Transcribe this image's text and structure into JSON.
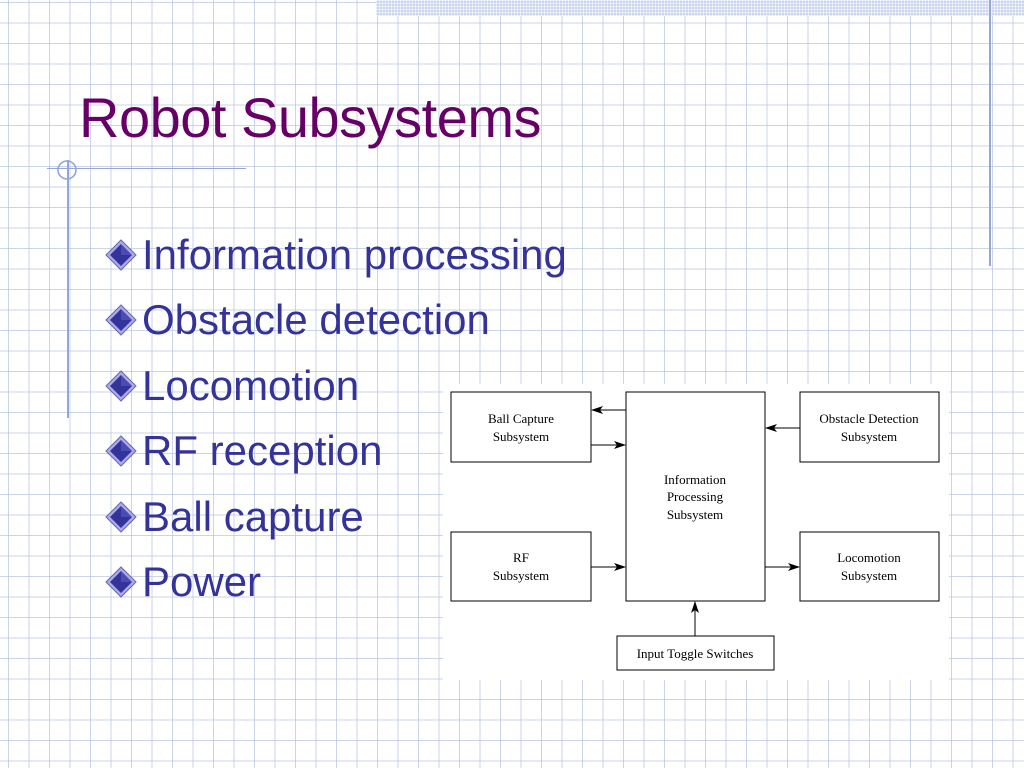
{
  "slide": {
    "title": "Robot Subsystems",
    "bullets": [
      "Information processing",
      "Obstacle detection",
      "Locomotion",
      "RF reception",
      "Ball capture",
      "Power"
    ]
  },
  "diagram": {
    "boxes": {
      "ball_capture": [
        "Ball Capture",
        "Subsystem"
      ],
      "obstacle_detection": [
        "Obstacle Detection",
        "Subsystem"
      ],
      "information_processing": [
        "Information",
        "Processing",
        "Subsystem"
      ],
      "rf": [
        "RF",
        "Subsystem"
      ],
      "locomotion": [
        "Locomotion",
        "Subsystem"
      ],
      "input_toggle": [
        "Input Toggle Switches"
      ]
    },
    "connections": [
      {
        "from": "information_processing",
        "to": "ball_capture"
      },
      {
        "from": "ball_capture",
        "to": "information_processing"
      },
      {
        "from": "obstacle_detection",
        "to": "information_processing"
      },
      {
        "from": "rf",
        "to": "information_processing"
      },
      {
        "from": "information_processing",
        "to": "locomotion"
      },
      {
        "from": "input_toggle",
        "to": "information_processing"
      }
    ]
  },
  "colors": {
    "title": "#660066",
    "bullet_text": "#333399",
    "bullet_marker": "#333399",
    "grid": "#bac5e2",
    "rule": "#93a6d6"
  }
}
